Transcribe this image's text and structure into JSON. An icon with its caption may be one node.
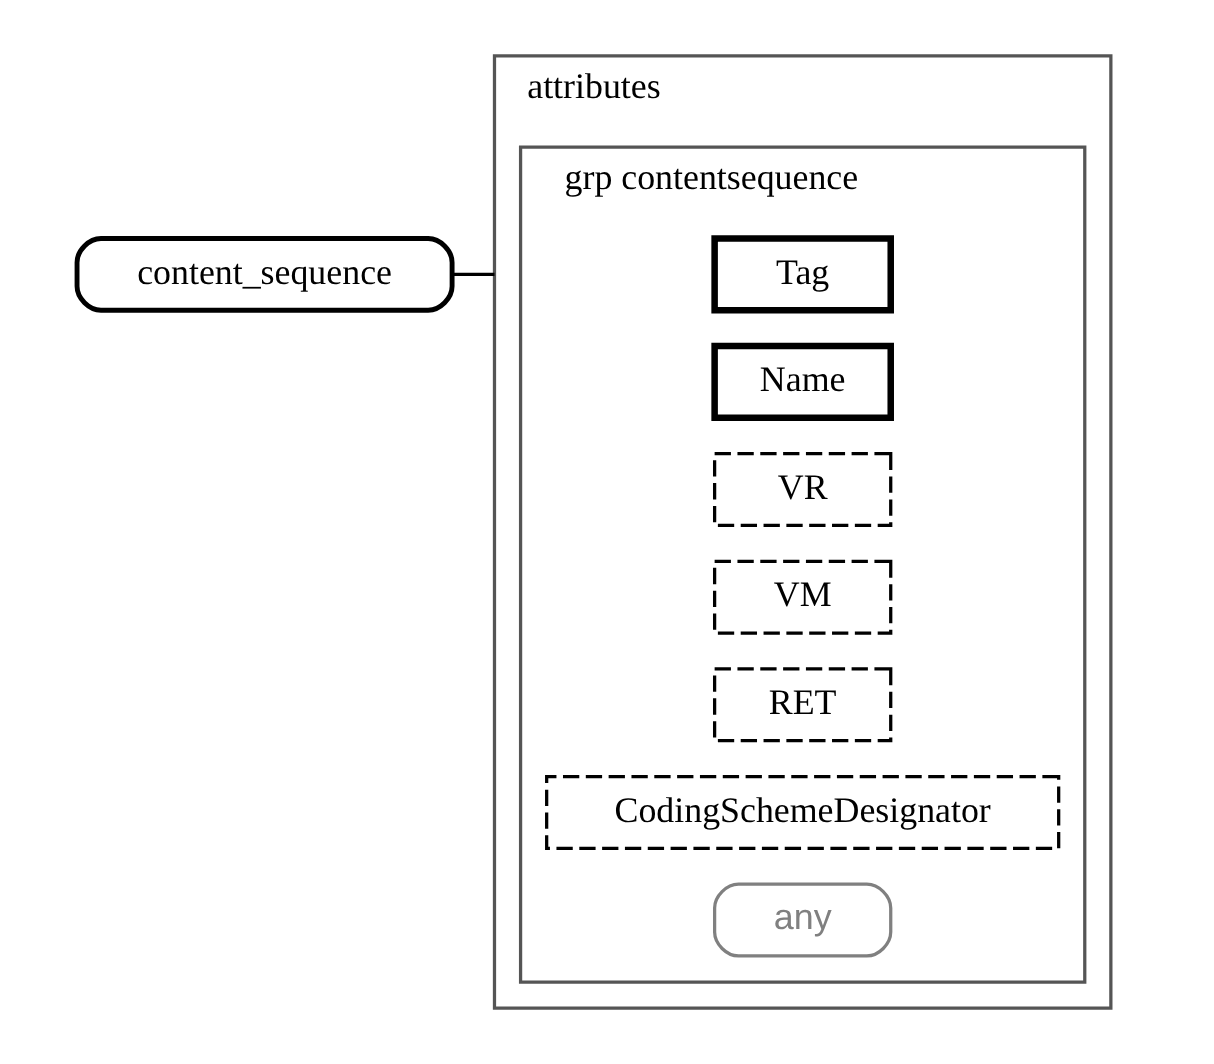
{
  "diagram": {
    "nodes": [
      {
        "text": [
          "content_sequence"
        ]
      },
      {
        "text": [
          "attributes"
        ]
      },
      {
        "text": [
          "grp contentsequence"
        ],
        "in": 1
      },
      {
        "text": [
          "Tag"
        ],
        "in": 2
      },
      {
        "text": [
          "Name"
        ],
        "in": 2
      },
      {
        "text": [
          "VR"
        ],
        "in": 2
      },
      {
        "text": [
          "VM"
        ],
        "in": 2
      },
      {
        "text": [
          "RET"
        ],
        "in": 2
      },
      {
        "text": [
          "CodingSchemeDesignator"
        ],
        "in": 2
      },
      {
        "text": [
          "any"
        ],
        "in": 2
      }
    ],
    "edges": [
      {
        "from": 0,
        "to": 1,
        "arrow": "none"
      }
    ]
  }
}
